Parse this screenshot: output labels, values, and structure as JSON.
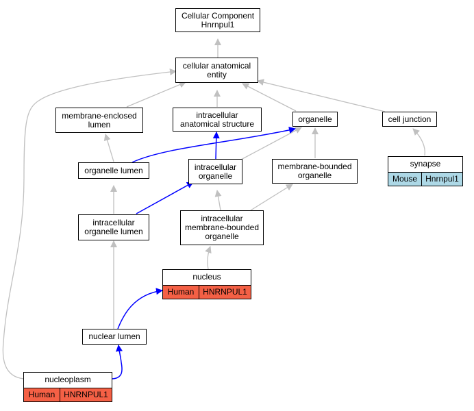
{
  "colors": {
    "is_a_edge": "#c0c0c0",
    "part_of_edge": "#0000ff",
    "human_fill": "#f46045",
    "mouse_fill": "#add8e6"
  },
  "nodes": {
    "root": {
      "lines": [
        "Cellular Component",
        "Hnrnpul1"
      ]
    },
    "cae": {
      "lines": [
        "cellular anatomical",
        "entity"
      ]
    },
    "mel": {
      "lines": [
        "membrane-enclosed",
        "lumen"
      ]
    },
    "ias": {
      "lines": [
        "intracellular",
        "anatomical structure"
      ]
    },
    "org": {
      "lines": [
        "organelle"
      ]
    },
    "cj": {
      "lines": [
        "cell junction"
      ]
    },
    "ol": {
      "lines": [
        "organelle lumen"
      ]
    },
    "io": {
      "lines": [
        "intracellular",
        "organelle"
      ]
    },
    "mbo": {
      "lines": [
        "membrane-bounded",
        "organelle"
      ]
    },
    "iol": {
      "lines": [
        "intracellular",
        "organelle lumen"
      ]
    },
    "imbo": {
      "lines": [
        "intracellular",
        "membrane-bounded",
        "organelle"
      ]
    },
    "nl": {
      "lines": [
        "nuclear lumen"
      ]
    }
  },
  "annotated": {
    "synapse": {
      "title": "synapse",
      "species": "Mouse",
      "gene": "Hnrnpul1"
    },
    "nucleus": {
      "title": "nucleus",
      "species": "Human",
      "gene": "HNRNPUL1"
    },
    "nucleoplasm": {
      "title": "nucleoplasm",
      "species": "Human",
      "gene": "HNRNPUL1"
    }
  }
}
